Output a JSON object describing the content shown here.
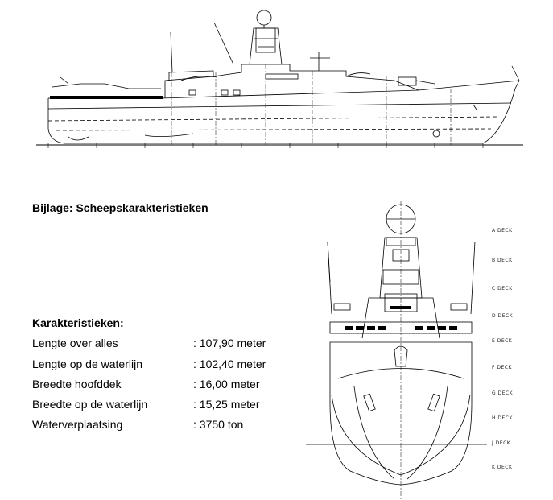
{
  "title": "Bijlage: Scheepskarakteristieken",
  "specs": {
    "heading": "Karakteristieken:",
    "rows": [
      {
        "label": "Lengte over alles",
        "value": ": 107,90 meter"
      },
      {
        "label": "Lengte op de waterlijn",
        "value": ": 102,40 meter"
      },
      {
        "label": "Breedte hoofddek",
        "value": ":   16,00 meter"
      },
      {
        "label": "Breedte op de waterlijn",
        "value": ":   15,25 meter"
      },
      {
        "label": "Waterverplaatsing",
        "value": ": 3750 ton"
      }
    ]
  },
  "decks": [
    "A DECK",
    "B DECK",
    "C DECK",
    "D DECK",
    "E DECK",
    "F DECK",
    "G DECK",
    "H DECK",
    "J DECK",
    "K DECK"
  ]
}
